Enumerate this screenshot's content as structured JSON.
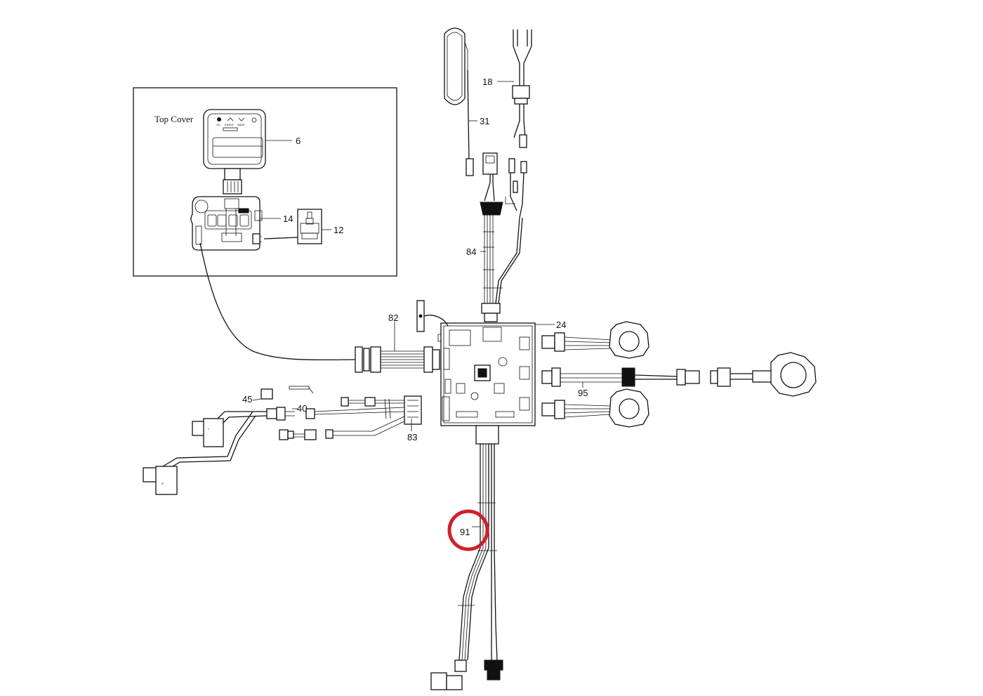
{
  "inset": {
    "title": "Top Cover"
  },
  "callouts": {
    "c6": "6",
    "c12": "12",
    "c14": "14",
    "c18": "18",
    "c24": "24",
    "c31": "31",
    "c40": "40",
    "c45": "45",
    "c82": "82",
    "c83": "83",
    "c84": "84",
    "c91": "91",
    "c95": "95"
  },
  "switch_labels": {
    "left": "L",
    "right": "R"
  },
  "highlight": {
    "target": "91",
    "color": "#d0202a"
  }
}
